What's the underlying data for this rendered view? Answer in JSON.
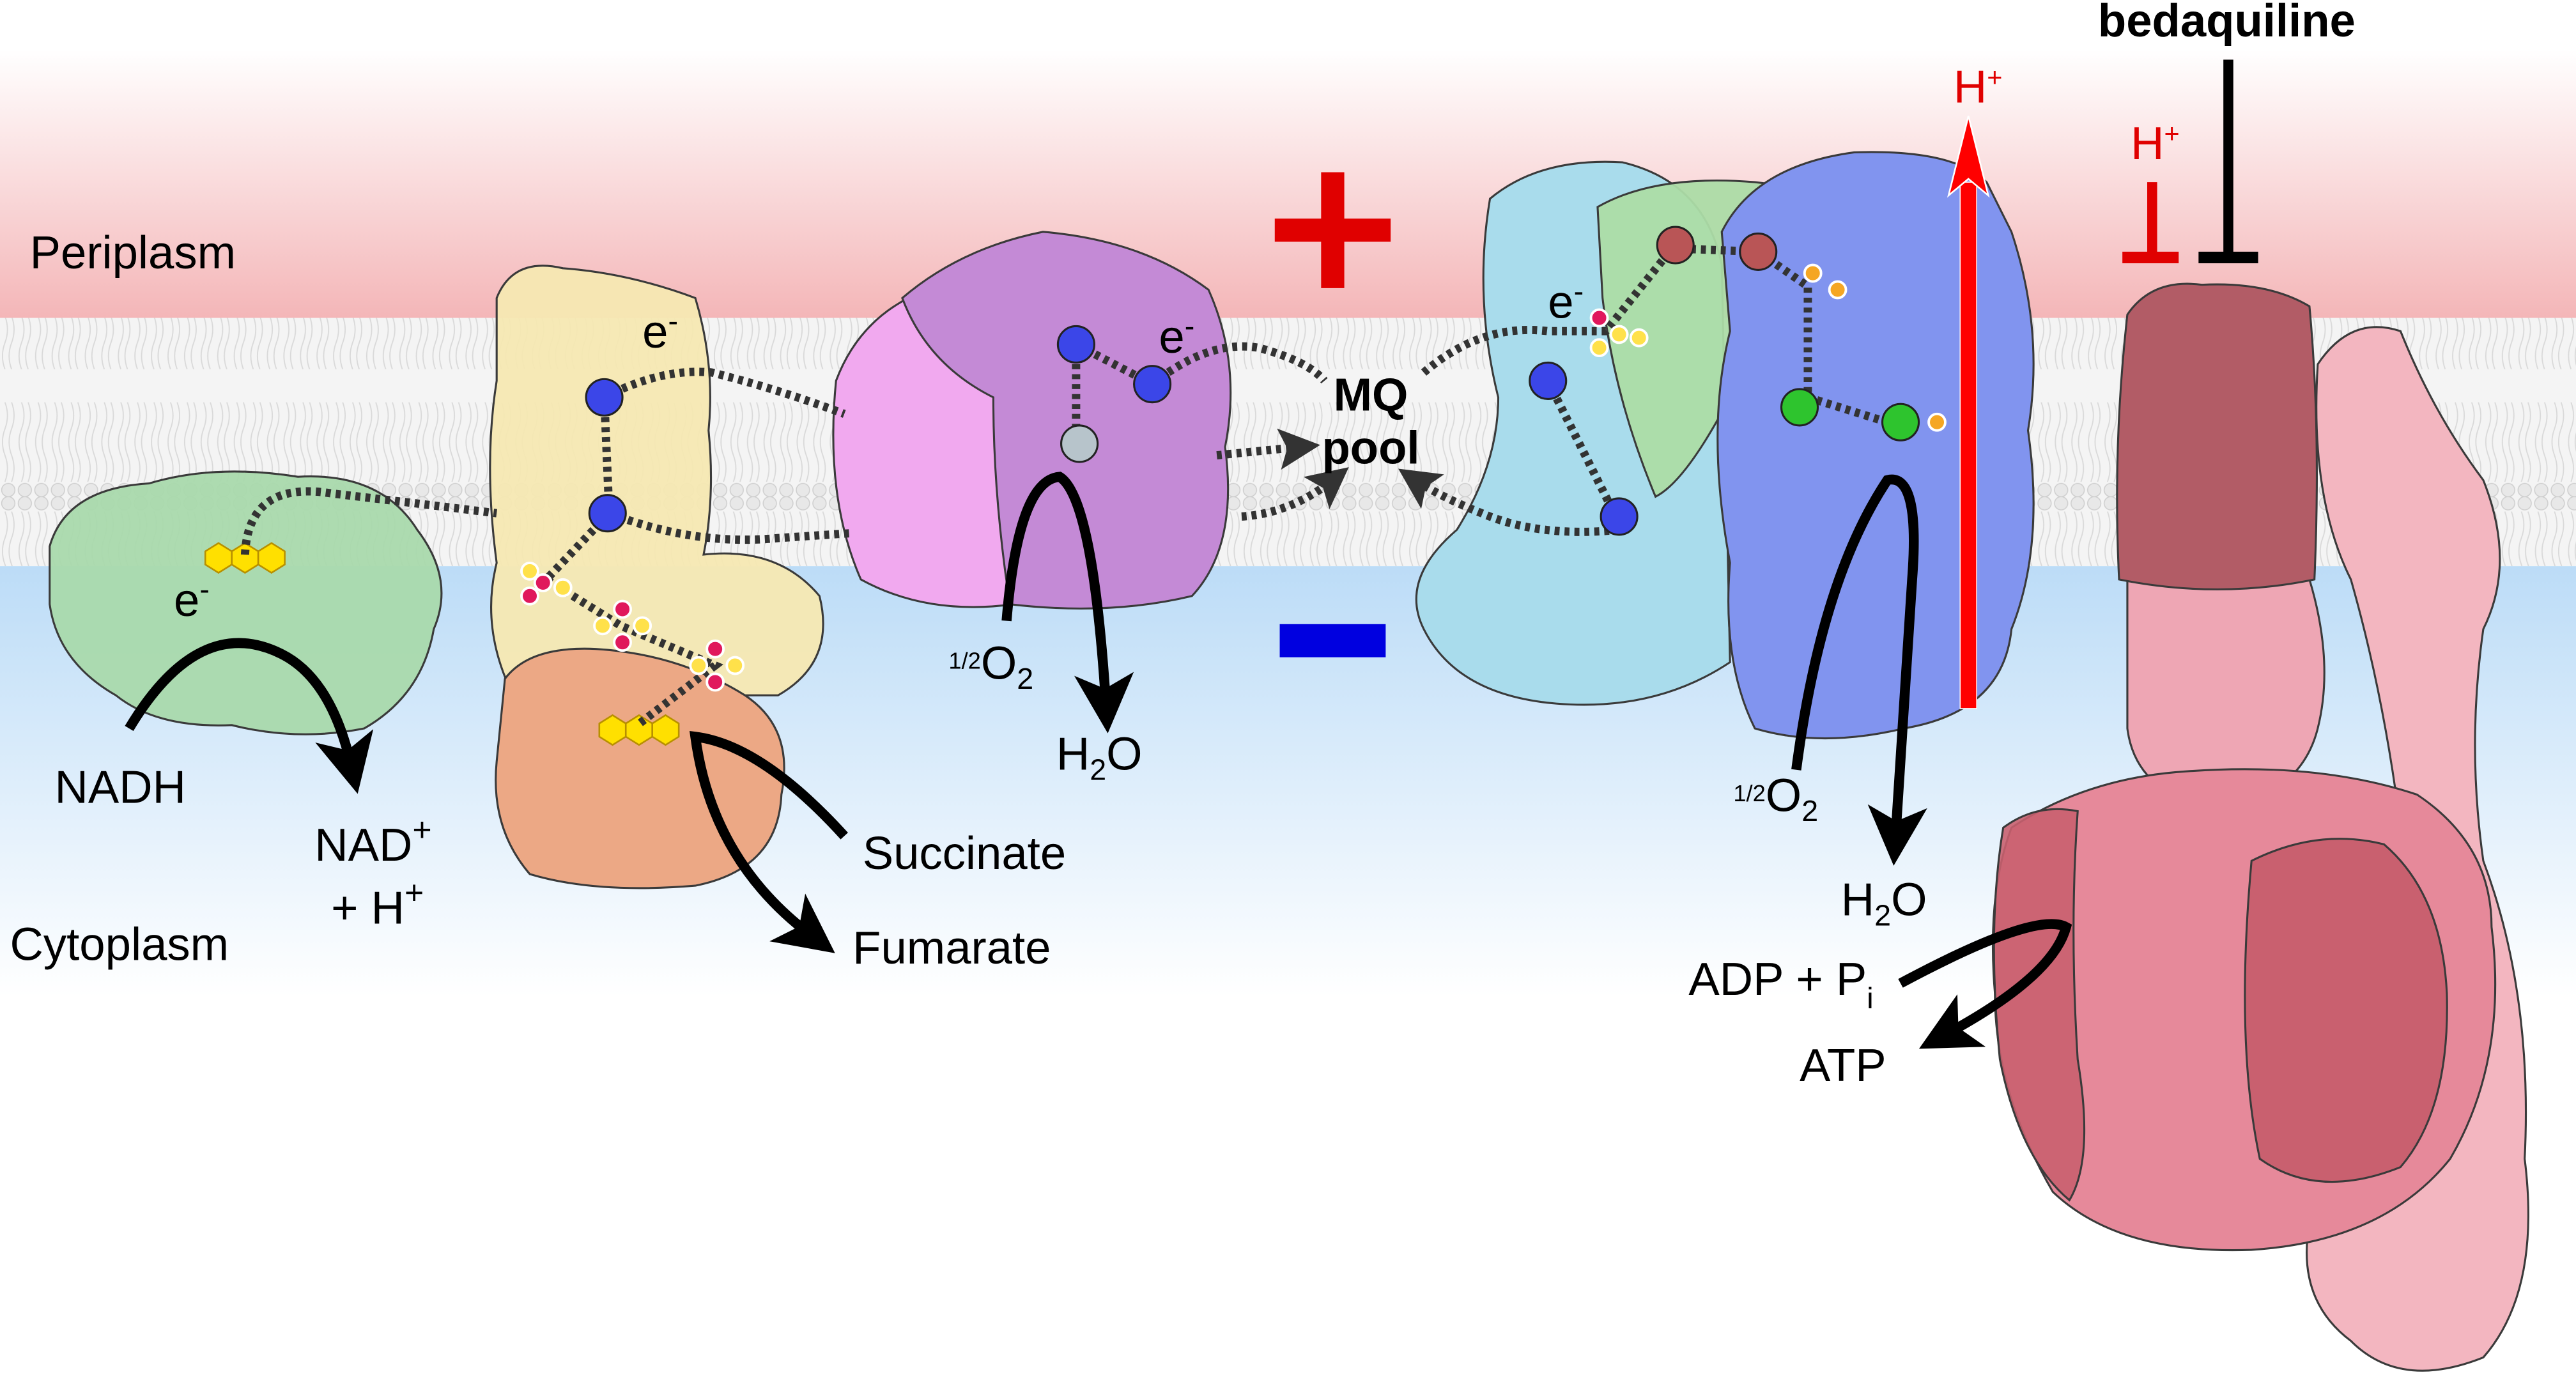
{
  "compartments": {
    "periplasm": "Periplasm",
    "cytoplasm": "Cytoplasm"
  },
  "charges": {
    "positive": "+",
    "negative": "−"
  },
  "electron": {
    "symbol": "e",
    "charge": "-"
  },
  "pool": {
    "line1": "MQ",
    "line2": "pool"
  },
  "ndh2": {
    "substrate": "NADH",
    "product_line1": "NAD",
    "product_sup1": "+",
    "product_line2": "+ H",
    "product_sup2": "+"
  },
  "sdh": {
    "substrate": "Succinate",
    "product": "Fumarate"
  },
  "bd_oxidase": {
    "o2_half": "1/2",
    "o2": "O",
    "o2_sub": "2",
    "h2o_h": "H",
    "h2o_sub": "2",
    "h2o_o": "O"
  },
  "supercomplex": {
    "o2_half": "1/2",
    "o2": "O",
    "o2_sub": "2",
    "h2o_h": "H",
    "h2o_sub": "2",
    "h2o_o": "O",
    "proton": "H",
    "proton_sup": "+"
  },
  "atp_synthase": {
    "proton": "H",
    "proton_sup": "+",
    "inhibitor": "bedaquiline",
    "adp": "ADP + P",
    "adp_sub": "i",
    "atp": "ATP"
  },
  "colors": {
    "positive": "#e00000",
    "negative": "#0000e0",
    "proton_arrow": "#ff0000"
  }
}
